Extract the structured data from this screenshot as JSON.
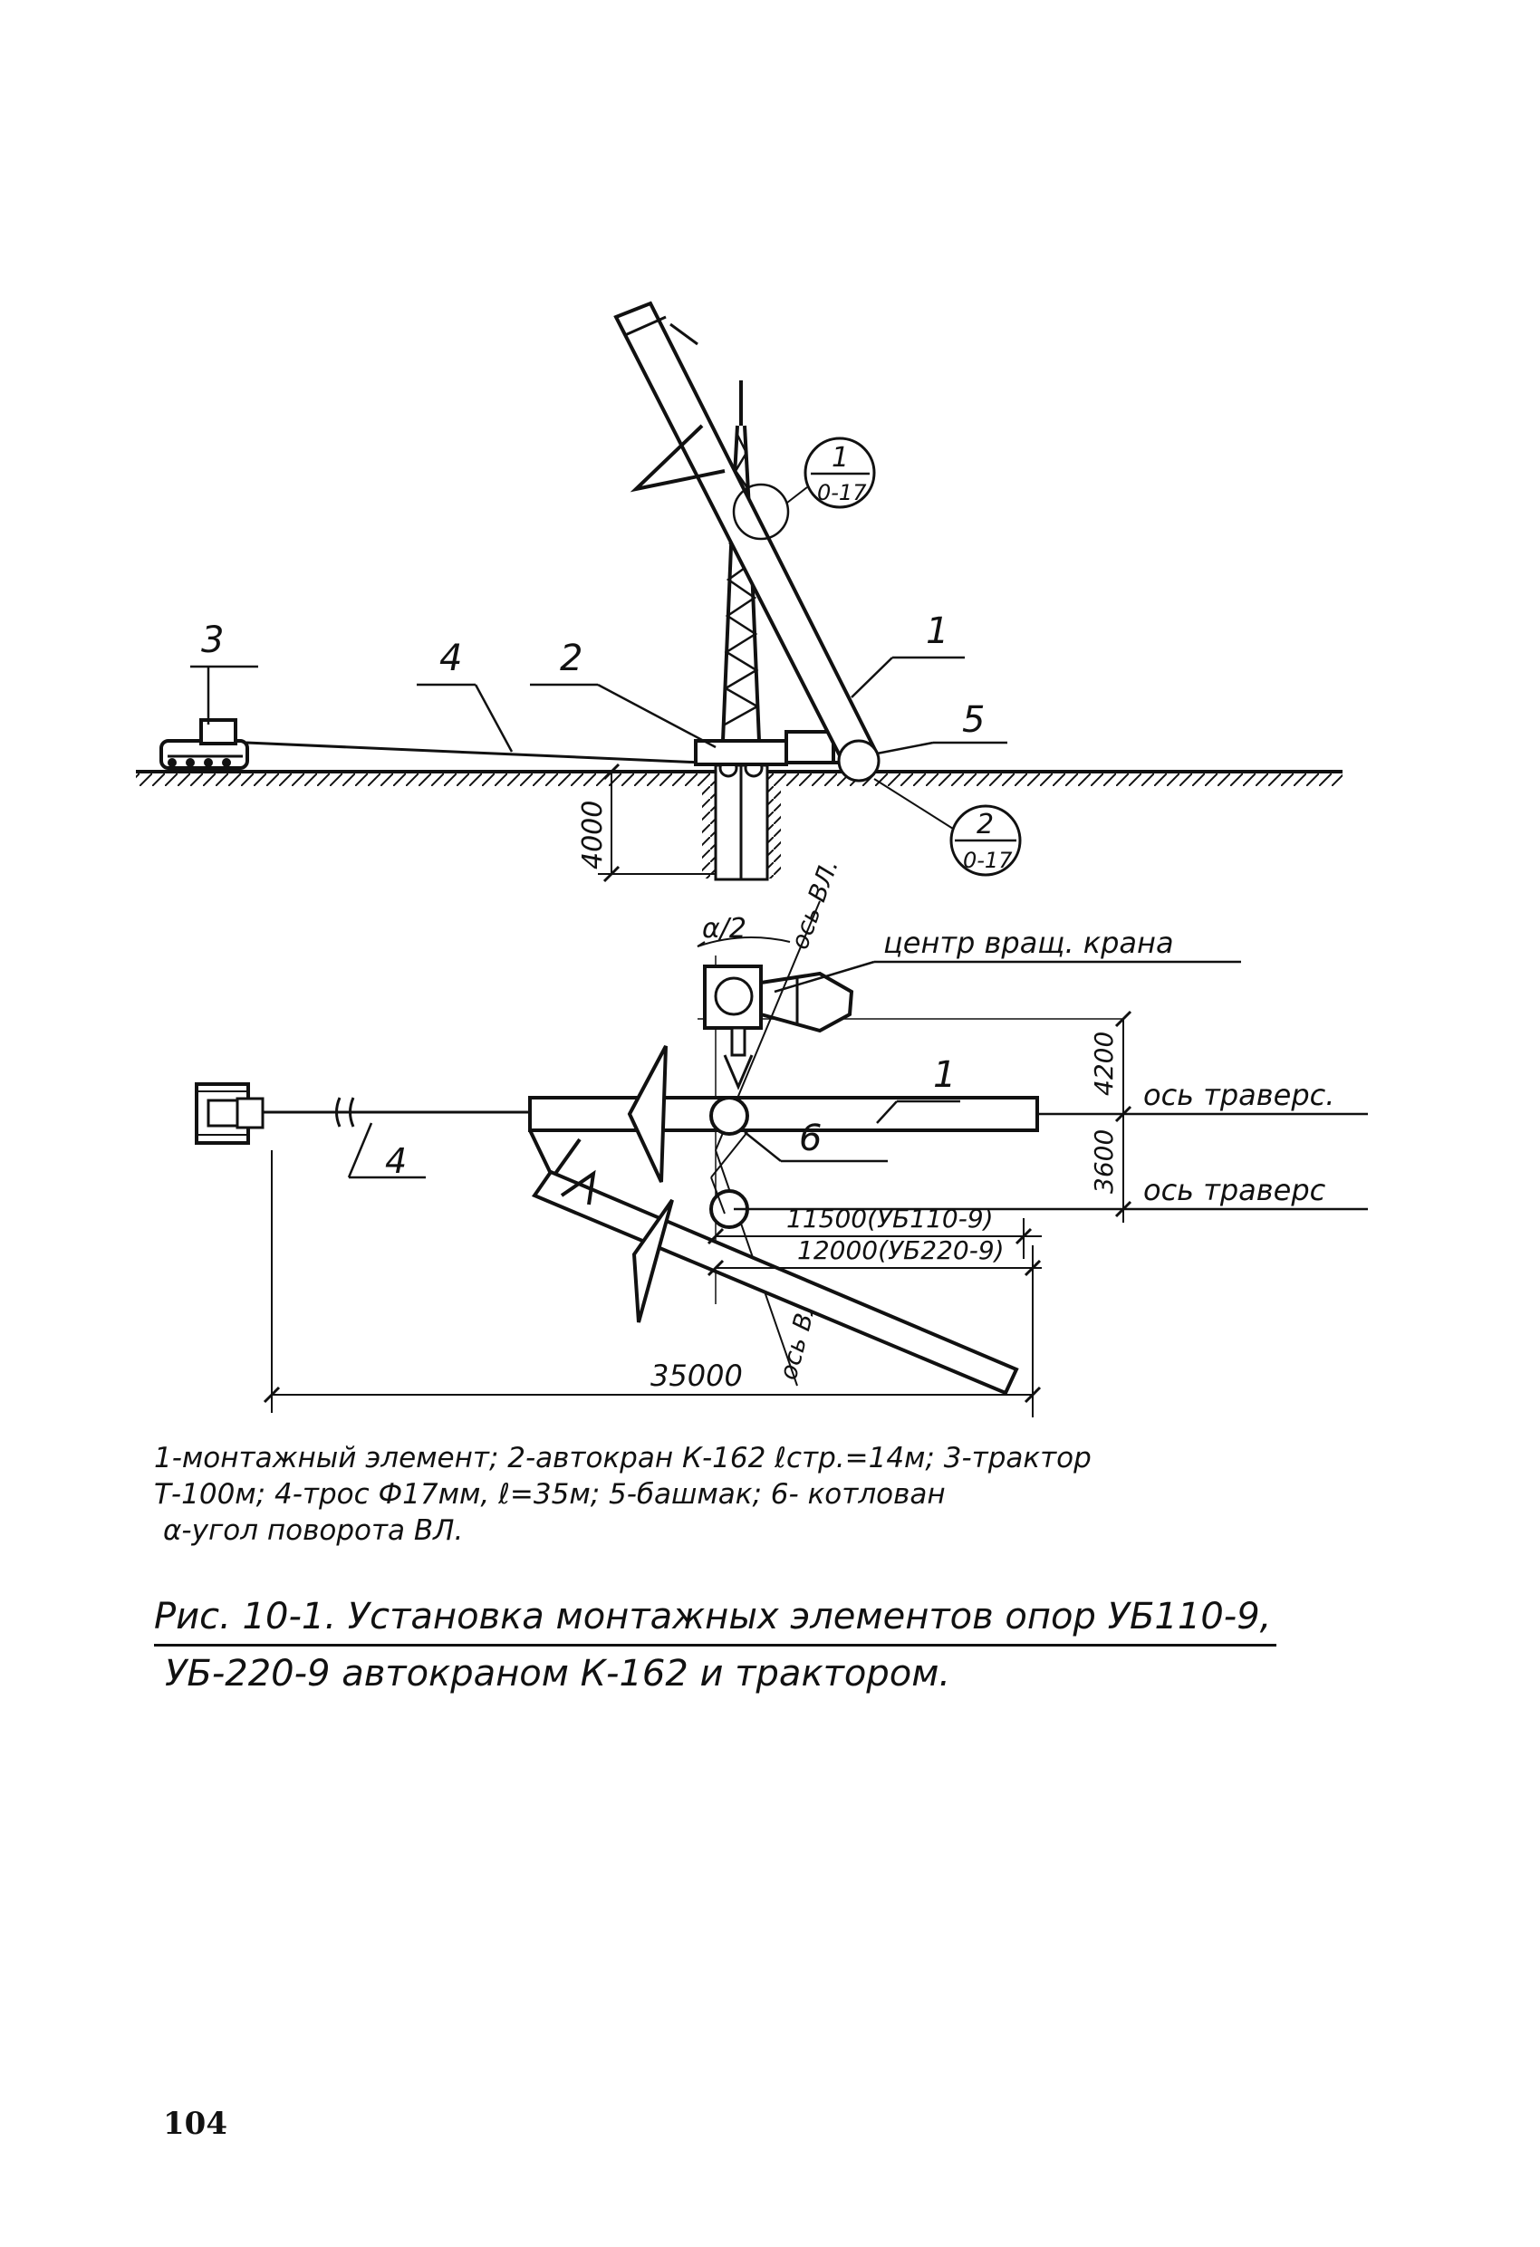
{
  "elevation_view": {
    "callout_top": {
      "num": "1",
      "ref": "0-17"
    },
    "callout_bottom": {
      "num": "2",
      "ref": "0-17"
    },
    "labels": {
      "tractor": "3",
      "rope": "4",
      "crane": "2",
      "element": "1",
      "shoe": "5"
    },
    "pit_depth": "4000"
  },
  "plan_view": {
    "angle": "α/2",
    "line_axis_top": "ось ВЛ.",
    "line_axis_bottom": "ось ВЛ.",
    "rotation_center": "центр вращ. крана",
    "element": "1",
    "rope": "4",
    "pit": "6",
    "traverse_axis_1": "ось траверс.",
    "traverse_axis_2": "ось траверс",
    "dim_4200": "4200",
    "dim_3600": "3600",
    "dim_11500": "11500(УБ110-9)",
    "dim_12000": "12000(УБ220-9)",
    "dim_35000": "35000"
  },
  "legend": {
    "line1": "1-монтажный элемент; 2-автокран К-162 ℓстр.=14м; 3-трактор",
    "line2": "Т-100м; 4-трос Ф17мм, ℓ=35м; 5-башмак; 6- котлован",
    "line3": "α-угол поворота ВЛ."
  },
  "figure": {
    "title_line1": "Рис. 10-1. Установка монтажных элементов опор УБ110-9,",
    "title_line2": "УБ-220-9 автокраном К-162 и трактором."
  },
  "page_number": "104"
}
